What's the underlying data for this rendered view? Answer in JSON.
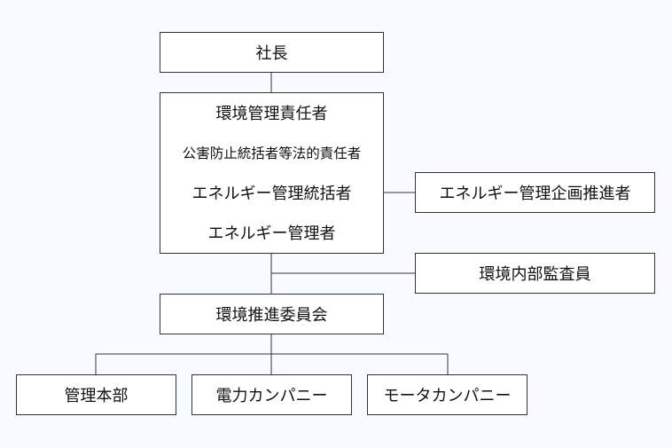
{
  "org": {
    "president": "社長",
    "env_manager": "環境管理責任者",
    "pollution_manager": "公害防止統括者等法的責任者",
    "energy_supervisor": "エネルギー管理統括者",
    "energy_manager": "エネルギー管理者",
    "energy_planner": "エネルギー管理企画推進者",
    "internal_auditor": "環境内部監査員",
    "committee": "環境推進委員会",
    "divisions": [
      "管理本部",
      "電力カンパニー",
      "モータカンパニー"
    ]
  },
  "colors": {
    "background": "#f7fbff",
    "box": "#ffffff",
    "line": "#333333"
  }
}
